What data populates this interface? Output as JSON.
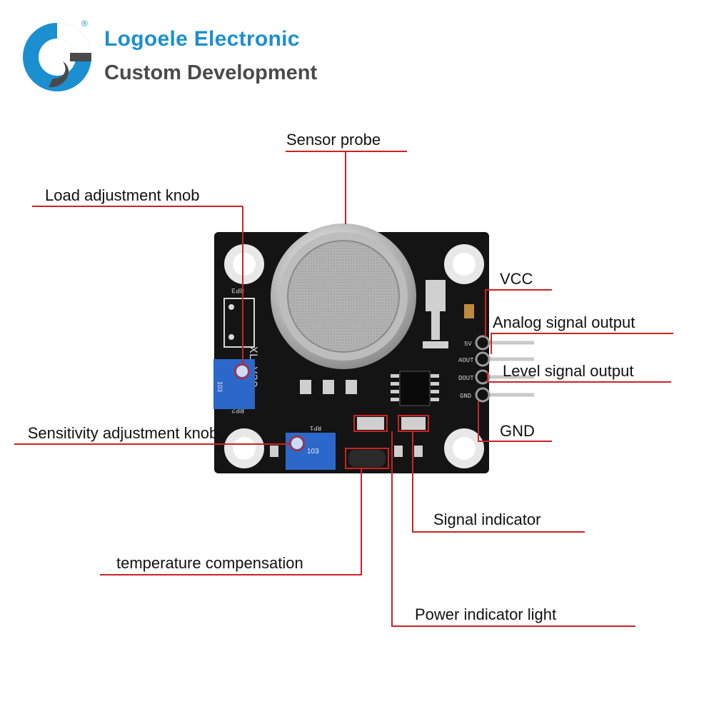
{
  "brand": {
    "name": "Logoele Electronic",
    "tagline": "Custom Development",
    "colors": {
      "blue": "#1c8fd0",
      "gray": "#4a4a4a",
      "leader": "#cc2222"
    }
  },
  "labels": {
    "sensor_probe": "Sensor probe",
    "load_knob": "Load adjustment knob",
    "vcc": "VCC",
    "analog_out": "Analog signal output",
    "level_out": "Level signal output",
    "gnd": "GND",
    "sensitivity_knob": "Sensitivity adjustment knob",
    "signal_indicator": "Signal indicator",
    "temp_comp": "temperature compensation",
    "power_light": "Power indicator light"
  },
  "board": {
    "model": "XL-V30",
    "rp3": "RP3",
    "rp2": "RP2",
    "rp1": "RP1",
    "pot_code": "103",
    "pins": [
      "5V",
      "AOUT",
      "DOUT",
      "GND"
    ]
  }
}
